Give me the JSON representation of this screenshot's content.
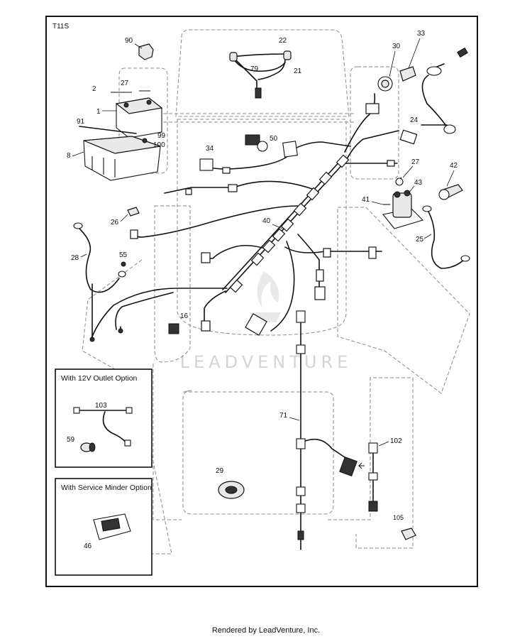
{
  "diagram": {
    "code": "T11S",
    "watermark": "LEADVENTURE",
    "parts": [
      {
        "id": "part-90",
        "num": "90"
      },
      {
        "id": "part-22",
        "num": "22"
      },
      {
        "id": "part-79",
        "num": "79"
      },
      {
        "id": "part-21",
        "num": "21"
      },
      {
        "id": "part-30",
        "num": "30"
      },
      {
        "id": "part-33",
        "num": "33"
      },
      {
        "id": "part-2",
        "num": "2"
      },
      {
        "id": "part-27a",
        "num": "27"
      },
      {
        "id": "part-1",
        "num": "1"
      },
      {
        "id": "part-91",
        "num": "91"
      },
      {
        "id": "part-99",
        "num": "99"
      },
      {
        "id": "part-100",
        "num": "100"
      },
      {
        "id": "part-8",
        "num": "8"
      },
      {
        "id": "part-24",
        "num": "24"
      },
      {
        "id": "part-50",
        "num": "50"
      },
      {
        "id": "part-34",
        "num": "34"
      },
      {
        "id": "part-27b",
        "num": "27"
      },
      {
        "id": "part-42",
        "num": "42"
      },
      {
        "id": "part-43",
        "num": "43"
      },
      {
        "id": "part-41",
        "num": "41"
      },
      {
        "id": "part-26",
        "num": "26"
      },
      {
        "id": "part-40",
        "num": "40"
      },
      {
        "id": "part-25",
        "num": "25"
      },
      {
        "id": "part-28",
        "num": "28"
      },
      {
        "id": "part-55",
        "num": "55"
      },
      {
        "id": "part-16",
        "num": "16"
      },
      {
        "id": "part-71",
        "num": "71"
      },
      {
        "id": "part-102",
        "num": "102"
      },
      {
        "id": "part-29",
        "num": "29"
      },
      {
        "id": "part-105",
        "num": "105"
      }
    ],
    "outlet_box": {
      "title": "With 12V Outlet Option",
      "parts": [
        {
          "num": "103"
        },
        {
          "num": "59"
        }
      ]
    },
    "minder_box": {
      "title": "With Service Minder Option",
      "parts": [
        {
          "num": "46"
        }
      ]
    }
  },
  "footer": {
    "text": "Rendered by LeadVenture, Inc."
  }
}
